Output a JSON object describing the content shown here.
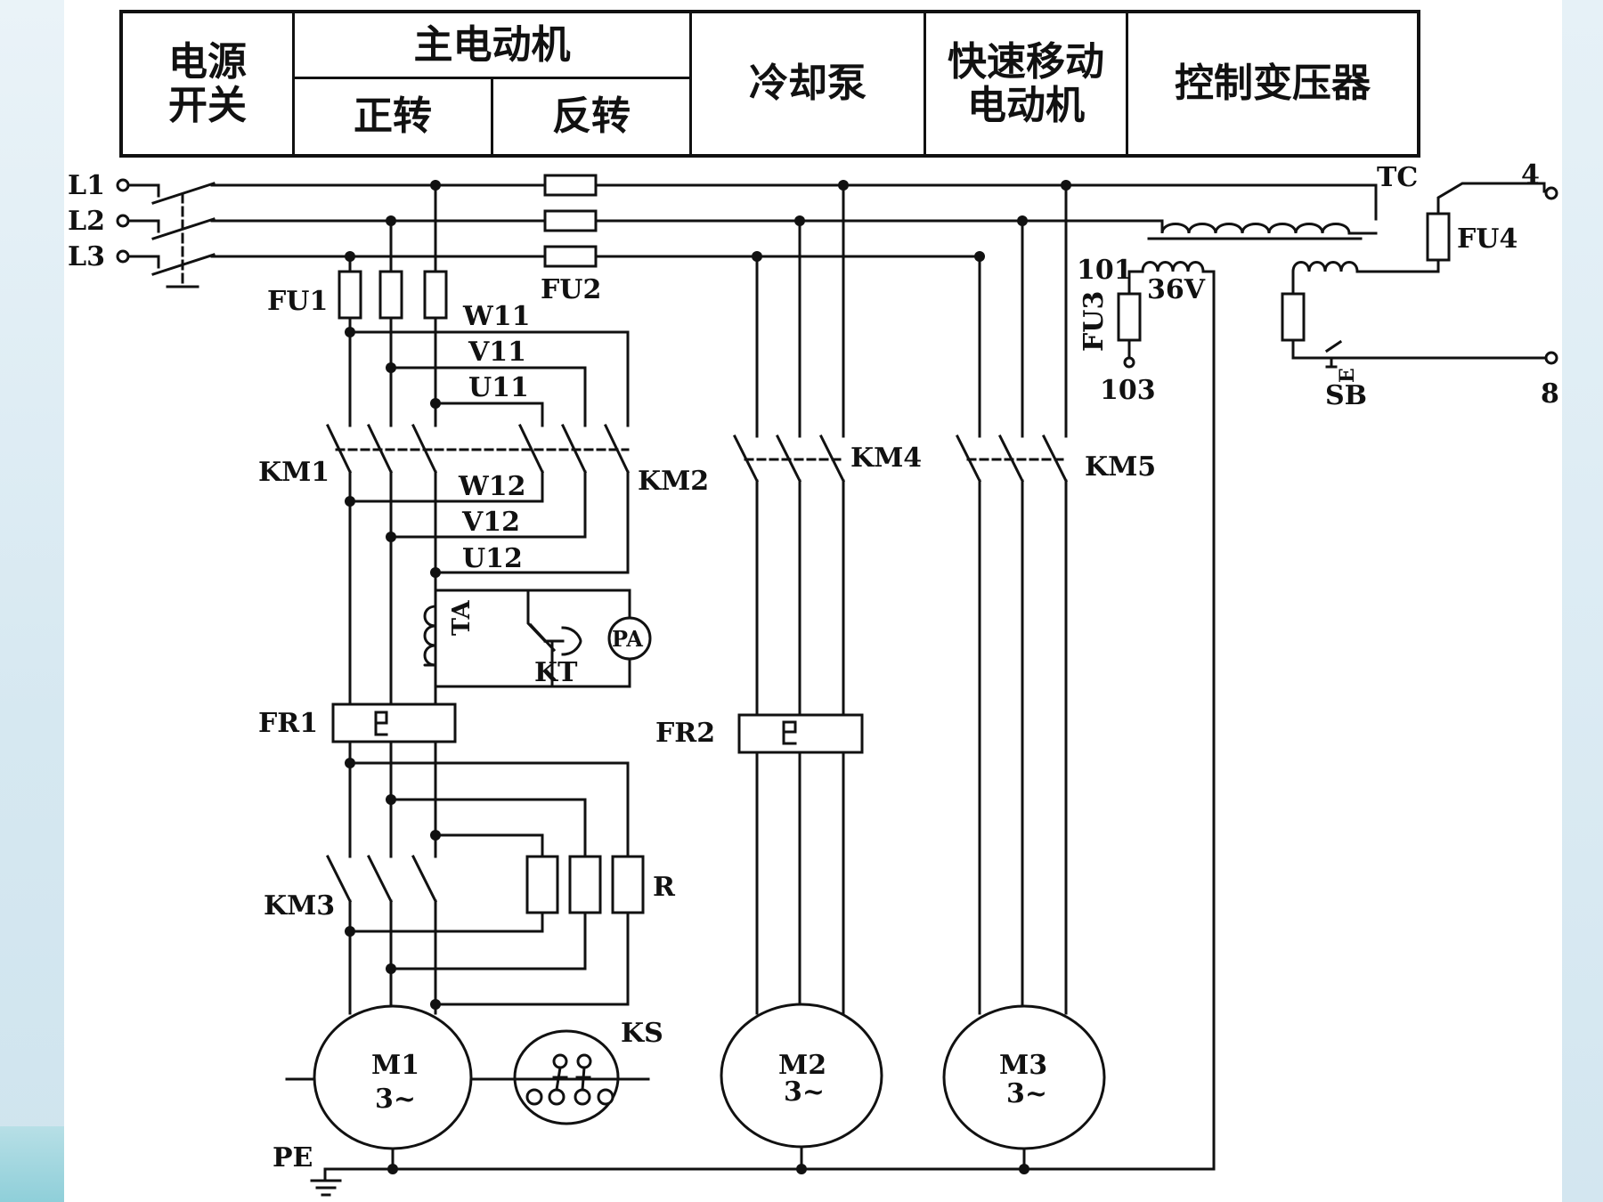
{
  "header": {
    "power_switch": "电源\n开关",
    "main_motor": "主电动机",
    "forward": "正转",
    "reverse": "反转",
    "coolant_pump": "冷却泵",
    "rapid_motor": "快速移动\n电动机",
    "control_transformer": "控制变压器"
  },
  "labels": {
    "L1": "L1",
    "L2": "L2",
    "L3": "L3",
    "FU1": "FU1",
    "FU2": "FU2",
    "FU3": "FU3",
    "FU4": "FU4",
    "W11": "W11",
    "V11": "V11",
    "U11": "U11",
    "W12": "W12",
    "V12": "V12",
    "U12": "U12",
    "KM1": "KM1",
    "KM2": "KM2",
    "KM3": "KM3",
    "KM4": "KM4",
    "KM5": "KM5",
    "TA": "TA",
    "KT": "KT",
    "PA": "PA",
    "FR1": "FR1",
    "FR2": "FR2",
    "R": "R",
    "KS": "KS",
    "M1": "M1",
    "M2": "M2",
    "M3": "M3",
    "phase": "3~",
    "PE": "PE",
    "TC": "TC",
    "t101": "101",
    "t103": "103",
    "v36": "36V",
    "t4": "4",
    "t8": "8",
    "SB": "SB",
    "E": "E"
  },
  "colors": {
    "line": "#111111",
    "paper": "#ffffff",
    "background": "#e9f2f7"
  }
}
